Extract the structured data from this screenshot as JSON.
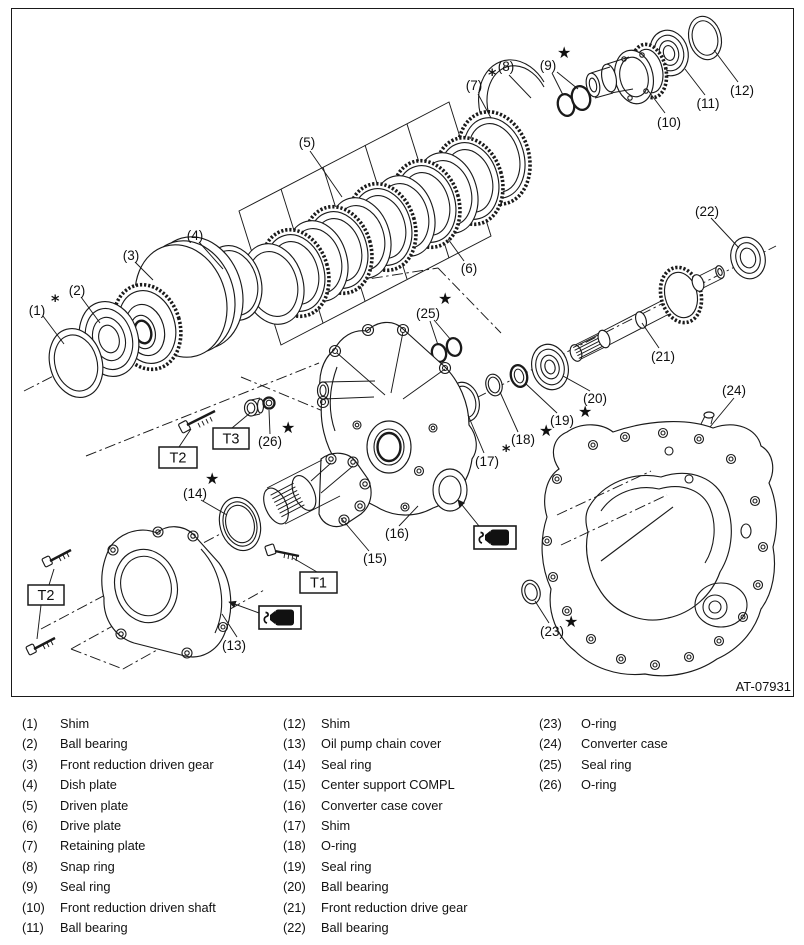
{
  "figure": {
    "drawing_code": "AT-07931",
    "markers": {
      "star": "★",
      "asterisk": "*"
    },
    "torque_tags": {
      "t1": "T1",
      "t2": "T2",
      "t3": "T3"
    },
    "callouts": {
      "c1": "(1)",
      "c2": "(2)",
      "c3": "(3)",
      "c4": "(4)",
      "c5": "(5)",
      "c6": "(6)",
      "c7": "(7)",
      "c8": "(8)",
      "c9": "(9)",
      "c10": "(10)",
      "c11": "(11)",
      "c12": "(12)",
      "c13": "(13)",
      "c14": "(14)",
      "c15": "(15)",
      "c16": "(16)",
      "c17": "(17)",
      "c18": "(18)",
      "c19": "(19)",
      "c20": "(20)",
      "c21": "(21)",
      "c22": "(22)",
      "c23": "(23)",
      "c24": "(24)",
      "c25": "(25)",
      "c26": "(26)"
    }
  },
  "legend": {
    "columns": [
      [
        {
          "num": "(1)",
          "label": "Shim"
        },
        {
          "num": "(2)",
          "label": "Ball bearing"
        },
        {
          "num": "(3)",
          "label": "Front reduction driven gear"
        },
        {
          "num": "(4)",
          "label": "Dish plate"
        },
        {
          "num": "(5)",
          "label": "Driven plate"
        },
        {
          "num": "(6)",
          "label": "Drive plate"
        },
        {
          "num": "(7)",
          "label": "Retaining plate"
        },
        {
          "num": "(8)",
          "label": "Snap ring"
        },
        {
          "num": "(9)",
          "label": "Seal ring"
        },
        {
          "num": "(10)",
          "label": "Front reduction driven shaft"
        },
        {
          "num": "(11)",
          "label": "Ball bearing"
        }
      ],
      [
        {
          "num": "(12)",
          "label": "Shim"
        },
        {
          "num": "(13)",
          "label": "Oil pump chain cover"
        },
        {
          "num": "(14)",
          "label": "Seal ring"
        },
        {
          "num": "(15)",
          "label": "Center support COMPL"
        },
        {
          "num": "(16)",
          "label": "Converter case cover"
        },
        {
          "num": "(17)",
          "label": "Shim"
        },
        {
          "num": "(18)",
          "label": "O-ring"
        },
        {
          "num": "(19)",
          "label": "Seal ring"
        },
        {
          "num": "(20)",
          "label": "Ball bearing"
        },
        {
          "num": "(21)",
          "label": "Front reduction drive gear"
        },
        {
          "num": "(22)",
          "label": "Ball bearing"
        }
      ],
      [
        {
          "num": "(23)",
          "label": "O-ring"
        },
        {
          "num": "(24)",
          "label": "Converter case"
        },
        {
          "num": "(25)",
          "label": "Seal ring"
        },
        {
          "num": "(26)",
          "label": "O-ring"
        }
      ]
    ]
  }
}
